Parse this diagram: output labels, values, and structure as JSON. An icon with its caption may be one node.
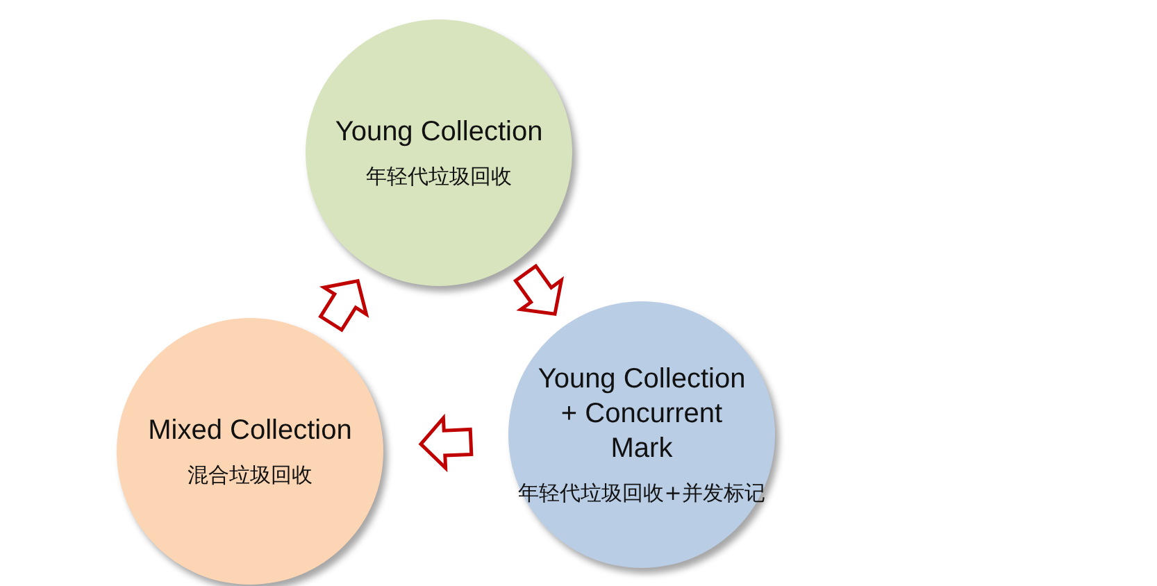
{
  "diagram": {
    "nodes": [
      {
        "text": [
          "Young Collection",
          "年轻代垃圾回收"
        ]
      },
      {
        "text": [
          "Young Collection + Concurrent Mark",
          "年轻代垃圾回收+并发标记"
        ]
      },
      {
        "text": [
          "Mixed Collection",
          "混合垃圾回收"
        ]
      }
    ],
    "edges": [
      {
        "from": 0,
        "to": 1,
        "arrow": "to"
      },
      {
        "from": 1,
        "to": 2,
        "arrow": "to"
      },
      {
        "from": 2,
        "to": 0,
        "arrow": "to"
      }
    ]
  }
}
